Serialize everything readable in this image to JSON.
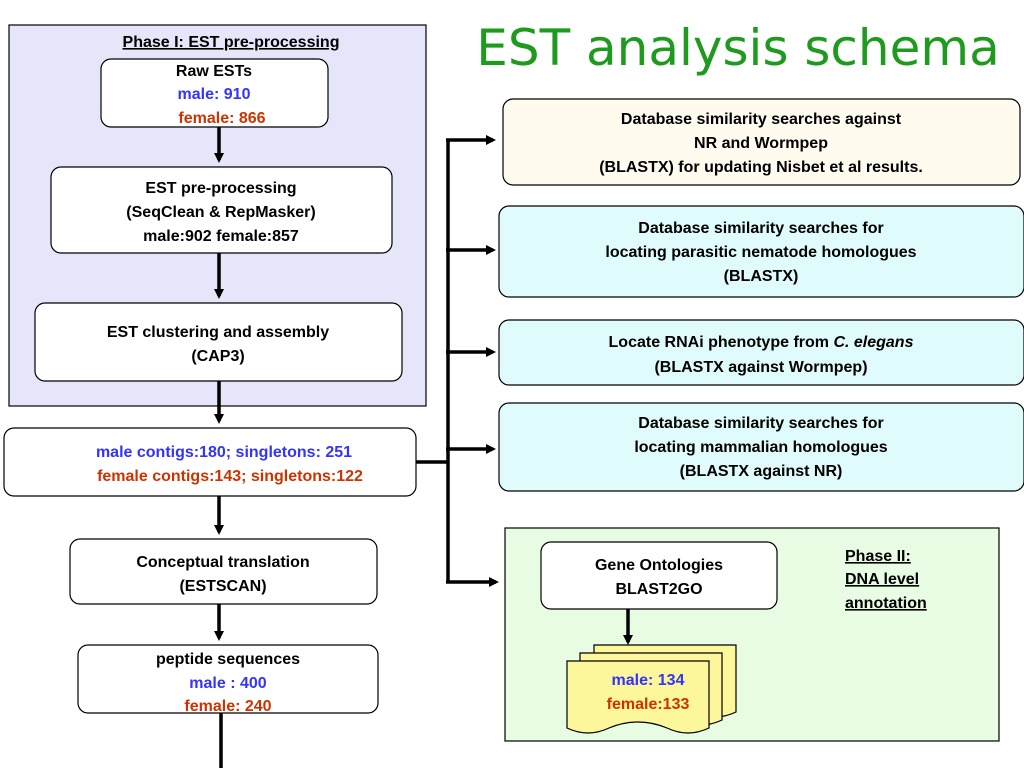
{
  "title": "EST analysis schema",
  "colors": {
    "title": "#1e9b1e",
    "male": "#3333ff",
    "female": "#cc3300",
    "phase1_bg": "#e6e6fa",
    "phase2_bg": "#e8fbe3",
    "search_bg": "#e0fbfb",
    "nr_bg": "#fffbee",
    "docs_bg": "#fbf79a"
  },
  "phase1": {
    "heading": "Phase I: EST pre-processing",
    "raw": {
      "label": "Raw ESTs",
      "male": "male: 910",
      "female": "female: 866"
    },
    "preproc": {
      "line1": "EST pre-processing",
      "line2": "(SeqClean & RepMasker)",
      "line3": "male:902 female:857"
    },
    "cluster": {
      "line1": "EST clustering  and assembly",
      "line2": "(CAP3)"
    }
  },
  "contigs": {
    "male": "male contigs:180; singletons: 251",
    "female": "female contigs:143; singletons:122"
  },
  "translation": {
    "line1": "Conceptual translation",
    "line2": "(ESTSCAN)"
  },
  "peptide": {
    "line1": "peptide sequences",
    "male": "male : 400",
    "female": "female: 240"
  },
  "searches": {
    "nr": {
      "line1": "Database similarity searches  against",
      "line2": "NR and Wormpep",
      "line3": "(BLASTX) for updating Nisbet et al results."
    },
    "parasitic": {
      "line1": "Database similarity searches  for",
      "line2": "locating parasitic nematode homologues",
      "line3": "(BLASTX)"
    },
    "rnai": {
      "line1_prefix": "Locate RNAi phenotype from ",
      "line1_italic": "C. elegans",
      "line2": "(BLASTX against Wormpep)"
    },
    "mammalian": {
      "line1": "Database similarity searches  for",
      "line2": "locating mammalian homologues",
      "line3": "(BLASTX against NR)"
    }
  },
  "phase2": {
    "heading": [
      "Phase II:",
      "DNA level",
      "annotation"
    ],
    "go": {
      "line1": "Gene Ontologies",
      "line2": "BLAST2GO"
    },
    "docs": {
      "male": "male: 134",
      "female": "female:133"
    }
  }
}
